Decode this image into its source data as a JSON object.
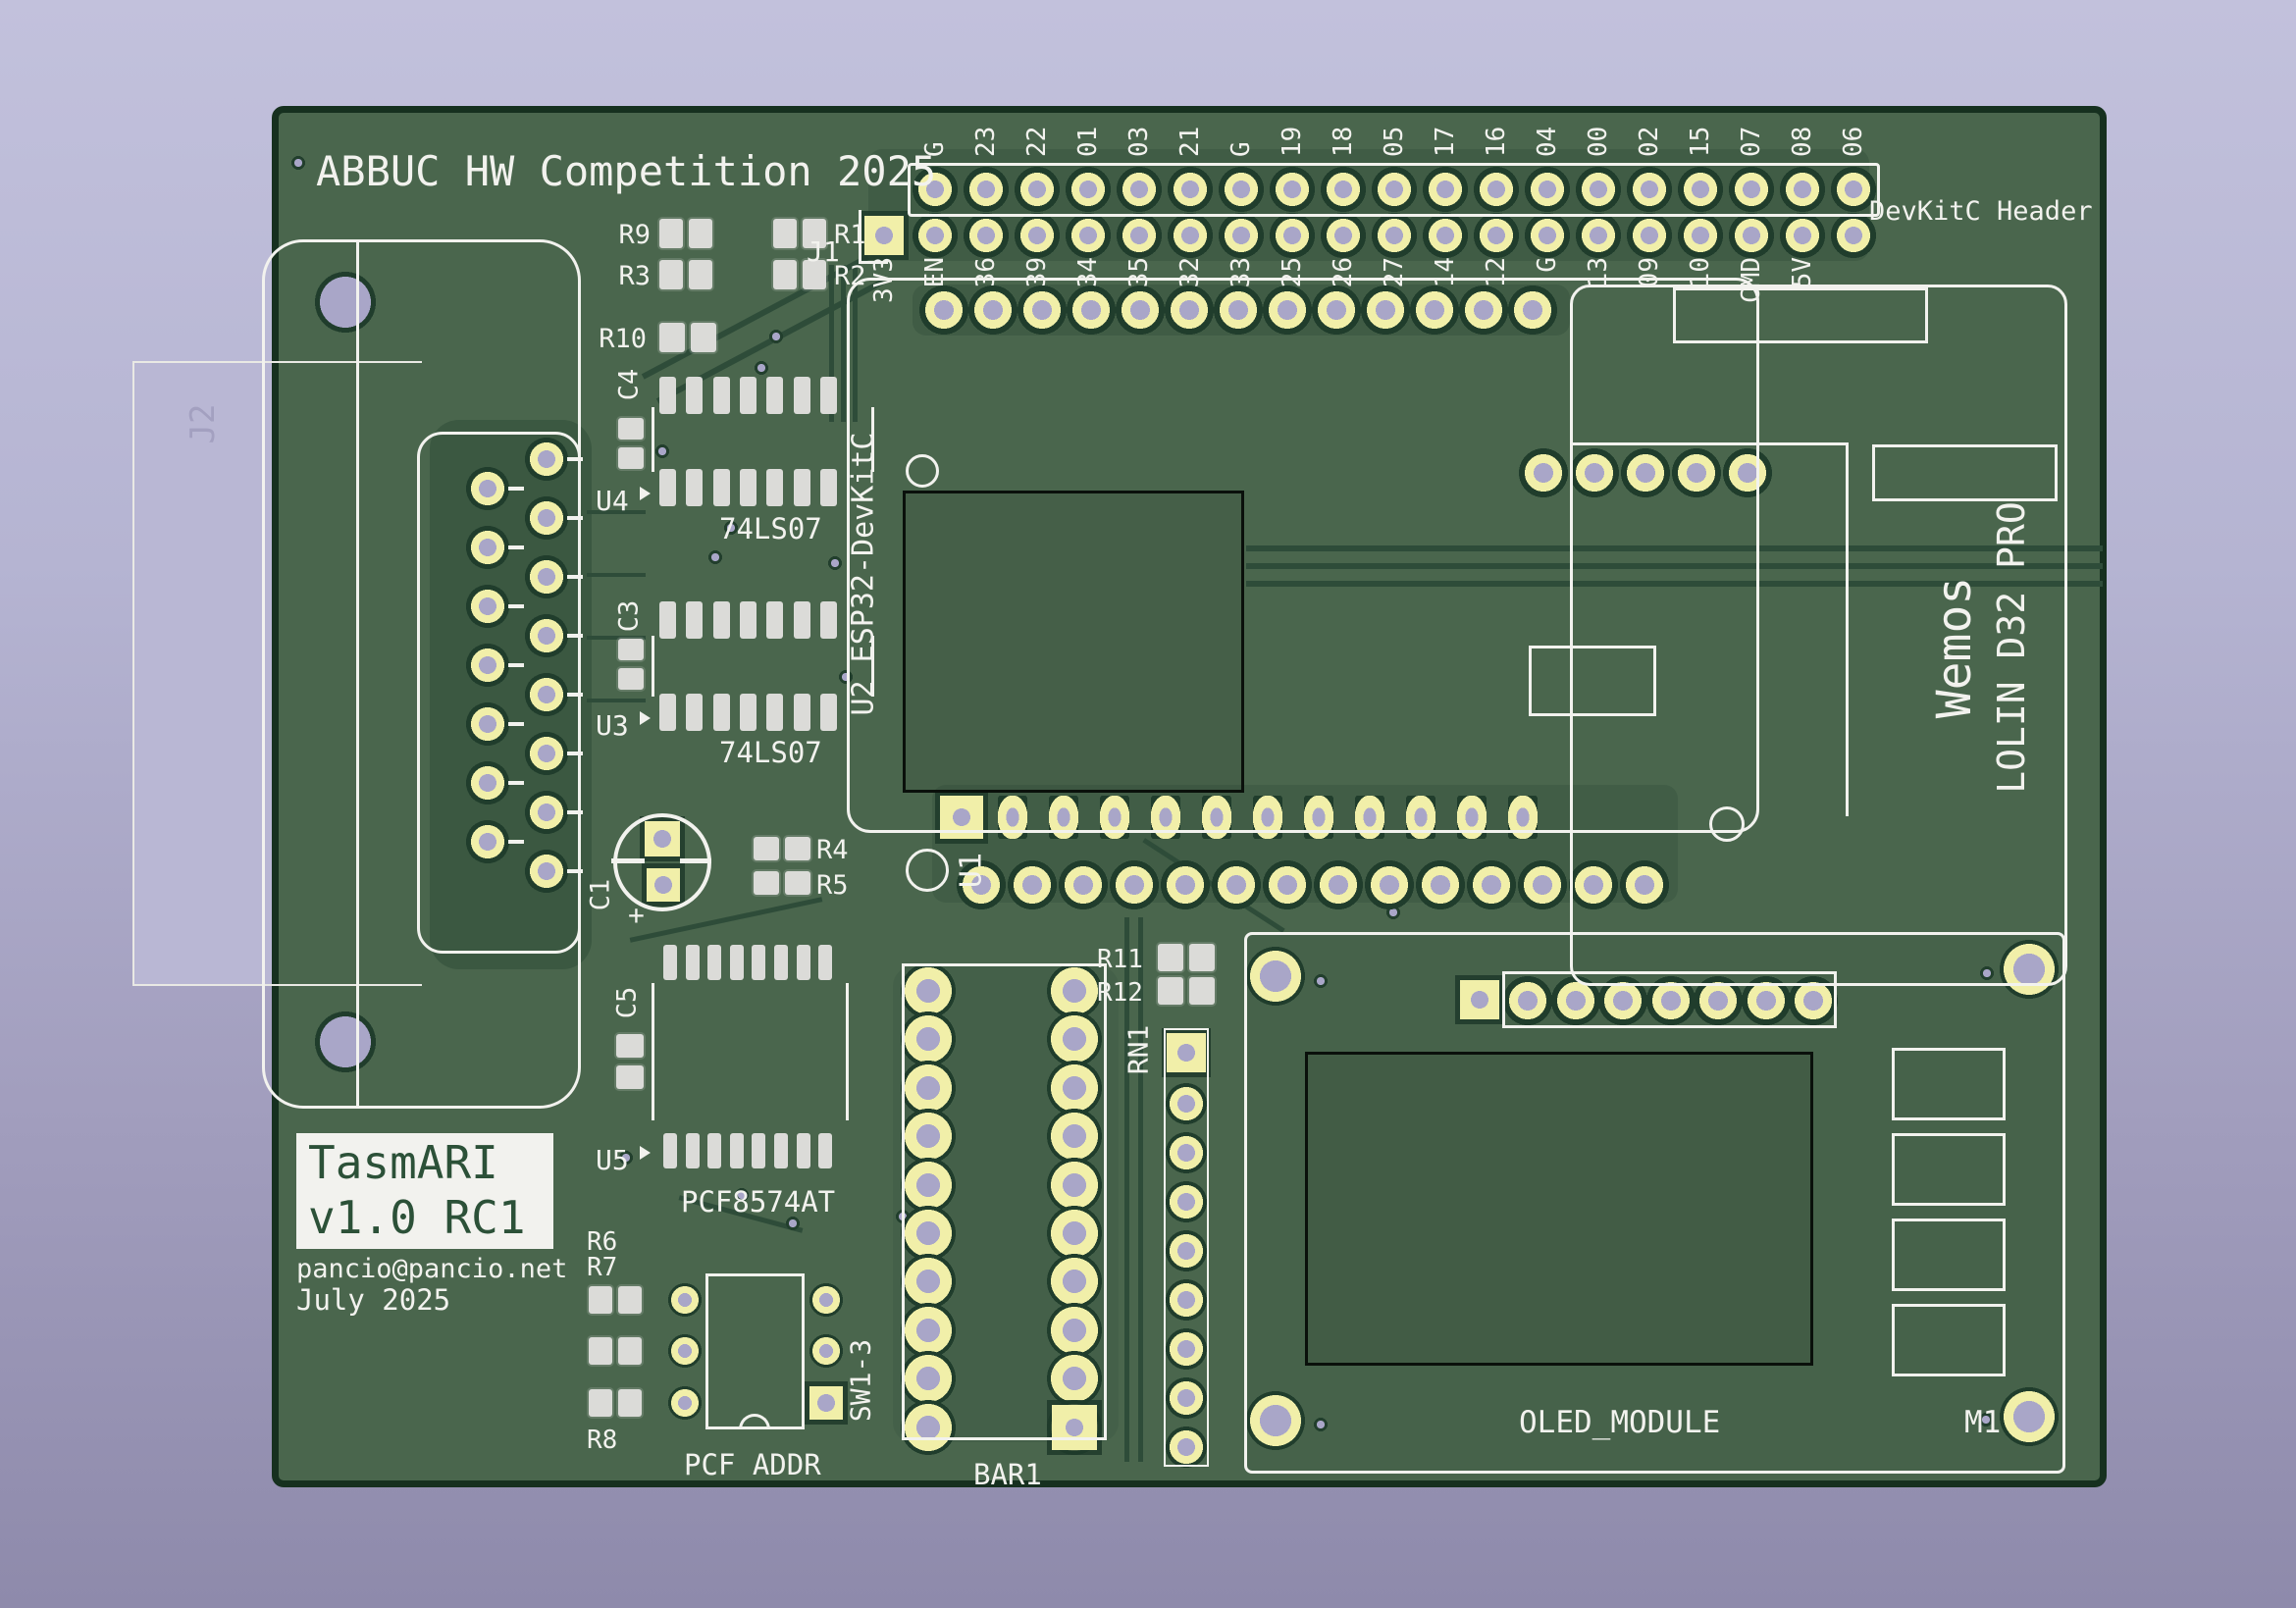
{
  "background": {
    "top": "#c2c1dc",
    "bottom": "#8e8aab"
  },
  "pcb": {
    "title": "ABBUC HW Competition 2025",
    "board_color": "#4a664d",
    "silk_color": "#f2f2ee",
    "pad_gold": "#f1efa9",
    "hole_color": "#a9a6c8",
    "copper_dark": "#2b4936"
  },
  "devkitc_header": {
    "label": "DevKitC Header",
    "connector_ref": "J1",
    "row1_pins": [
      "G",
      "23",
      "22",
      "01",
      "03",
      "21",
      "G",
      "19",
      "18",
      "05",
      "17",
      "16",
      "04",
      "00",
      "02",
      "15",
      "07",
      "08",
      "06"
    ],
    "row2_pins": [
      "3V3",
      "EN",
      "36",
      "39",
      "34",
      "35",
      "32",
      "33",
      "25",
      "26",
      "27",
      "14",
      "12",
      "G",
      "13",
      "09",
      "10",
      "CMD",
      "5V"
    ]
  },
  "esp32_socket": {
    "ref": "U2",
    "value": "ESP32-DevKitC",
    "socket_ref": "U1",
    "pin_count_top": 13,
    "pin_count_mid": 11,
    "pin_count_bottom": 14,
    "wemos_pins": 5
  },
  "wemos": {
    "brand": "Wemos",
    "model": "LOLIN D32 PRO"
  },
  "buffers": {
    "u4_ref": "U4",
    "u4_value": "74LS07",
    "u3_ref": "U3",
    "u3_value": "74LS07",
    "pins_per_side": 7
  },
  "expander": {
    "ref": "U5",
    "value": "PCF8574AT",
    "pins_per_side": 8
  },
  "resistors": {
    "r1": "R1",
    "r2": "R2",
    "r3": "R3",
    "r4": "R4",
    "r5": "R5",
    "r6": "R6",
    "r7": "R7",
    "r8": "R8",
    "r9": "R9",
    "r10": "R10",
    "r11": "R11",
    "r12": "R12"
  },
  "capacitors": {
    "c1": "C1",
    "c1_polarity": "+",
    "c3": "C3",
    "c4": "C4",
    "c5": "C5"
  },
  "dip_switch": {
    "ref": "SW1-3",
    "label": "PCF ADDR",
    "pins_per_side": 3
  },
  "bar_connector": {
    "ref": "BAR1",
    "pins_per_side": 10
  },
  "resistor_network": {
    "ref": "RN1",
    "pins": 8
  },
  "oled": {
    "label": "OLED_MODULE",
    "ref": "M1",
    "header_pins": 7,
    "buttons": 4
  },
  "sio_connector": {
    "ref": "J2",
    "pads_left": 7,
    "pads_right": 8
  },
  "title_block": {
    "name": "TasmARI",
    "version": "v1.0 RC1",
    "email": "pancio@pancio.net",
    "date": "July 2025"
  }
}
